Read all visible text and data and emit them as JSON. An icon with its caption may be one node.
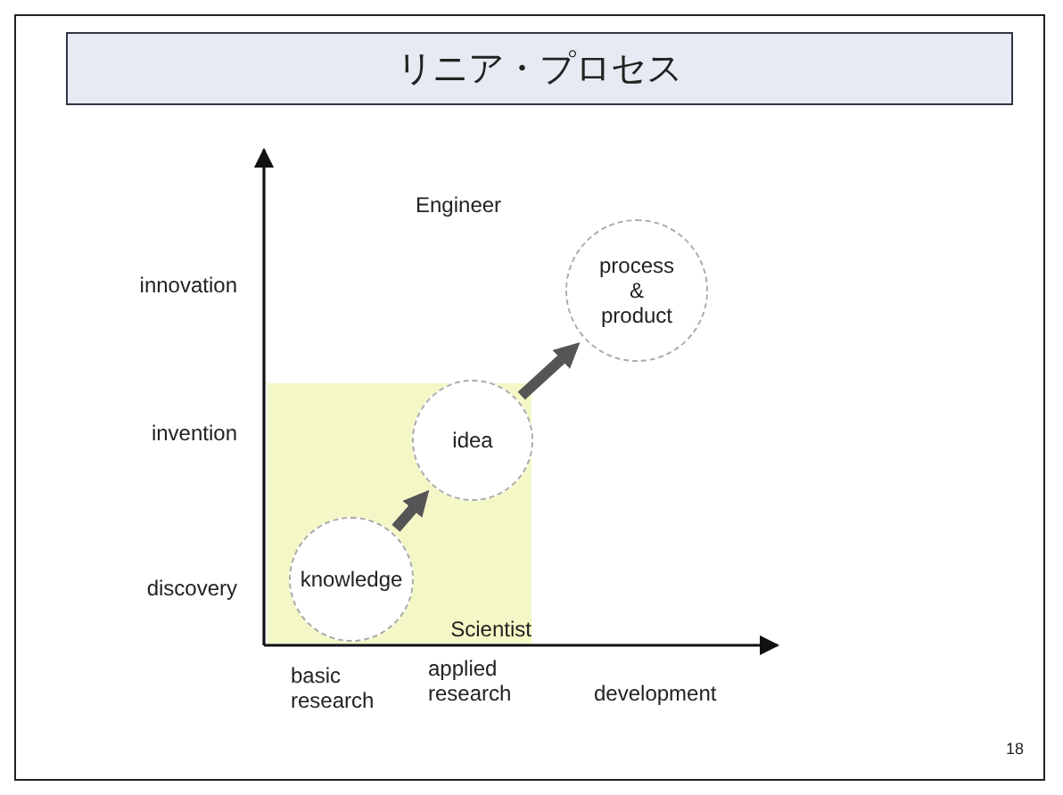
{
  "diagram": {
    "title": "リニア・プロセス",
    "nodes": [
      {
        "text": [
          "process & product"
        ]
      },
      {
        "text": [
          "Scientist"
        ]
      },
      {
        "text": [
          "idea"
        ],
        "in": 1
      },
      {
        "text": [
          "knowledge"
        ],
        "in": 1
      }
    ],
    "edges": [
      {
        "from": 3,
        "to": 2,
        "arrow": "to"
      },
      {
        "from": 2,
        "to": 0,
        "arrow": "to"
      }
    ],
    "labels": [
      "Engineer",
      "innovation",
      "invention",
      "discovery",
      "basic research",
      "applied research",
      "development",
      "18"
    ]
  }
}
